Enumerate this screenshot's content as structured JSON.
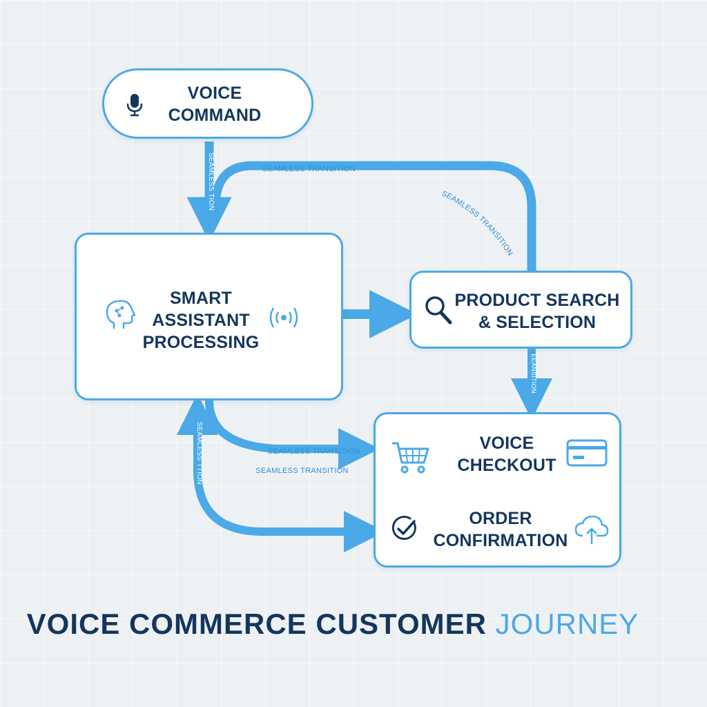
{
  "nodes": {
    "voice_command": {
      "label": "VOICE\nCOMMAND",
      "icon": "microphone-icon"
    },
    "smart_assistant": {
      "label": "SMART\nASSISTANT\nPROCESSING",
      "icons": [
        "ai-brain-icon",
        "sound-waves-icon"
      ]
    },
    "product_search": {
      "label": "PRODUCT SEARCH\n& SELECTION",
      "icon": "magnifier-icon"
    },
    "voice_checkout": {
      "label": "VOICE\nCHECKOUT",
      "icons": [
        "shopping-cart-icon",
        "credit-card-icon"
      ]
    },
    "order_confirmation": {
      "label": "ORDER\nCONFIRMATION",
      "icons": [
        "checkmark-circle-icon",
        "cloud-upload-icon"
      ]
    }
  },
  "arrow_labels": {
    "top_horizontal": "SEAMLESS TRANSITION",
    "top_curve": "SEAMLESS TRANSITION",
    "voice_down": "SEAMLESS TION",
    "search_down": "EEANSITION",
    "checkout_upper": "SEAMLESS TRANSITION",
    "checkout_lower": "SEAMLESS TRANSITION",
    "return_vertical": "SEAMLESS TTION"
  },
  "title": {
    "part1": "VOICE COMMERCE CUSTOMER",
    "part2": "JOURNEY"
  },
  "colors": {
    "accent": "#4aa9e6",
    "navy": "#14365c",
    "background": "#eef1f4"
  }
}
